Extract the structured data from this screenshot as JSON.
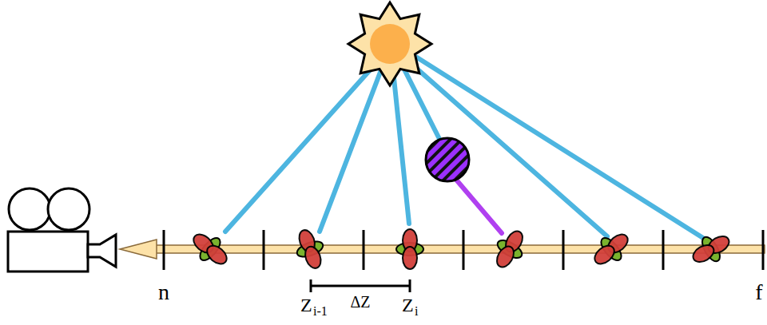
{
  "diagram": {
    "labels": [
      "n",
      "f",
      "Z",
      "i-1",
      "ΔZ",
      "Z",
      "i"
    ]
  }
}
